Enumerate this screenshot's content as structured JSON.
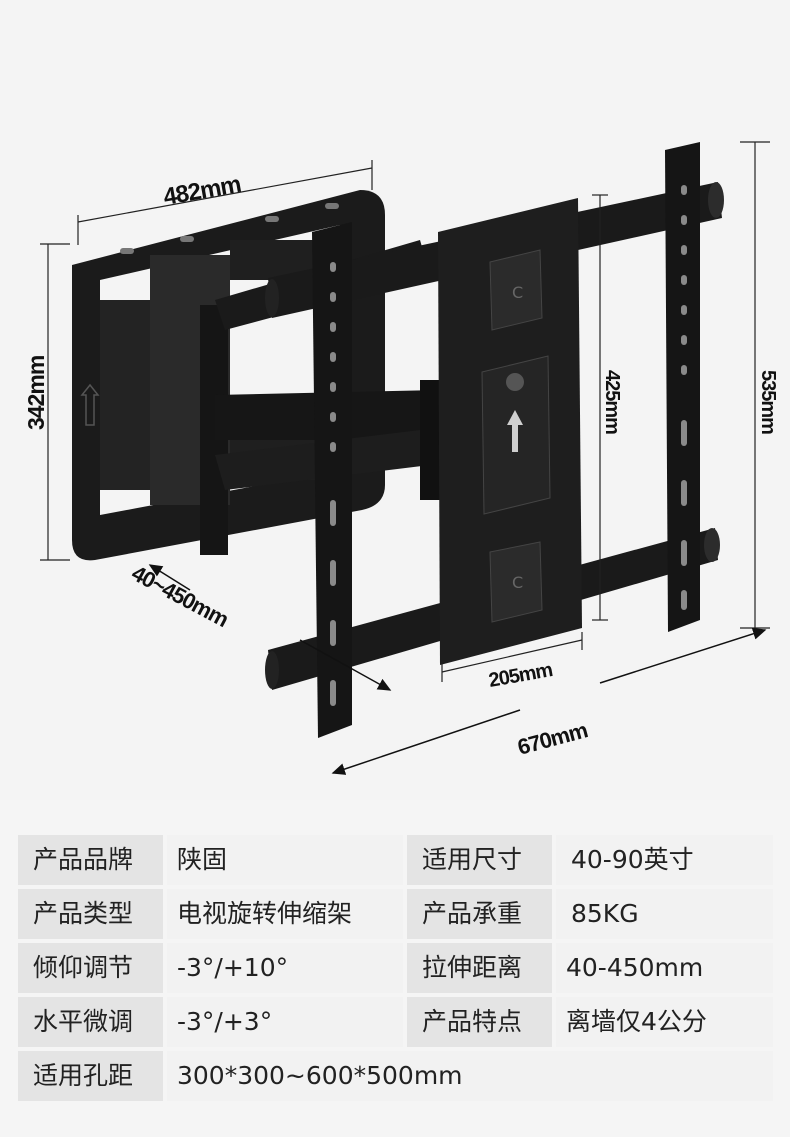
{
  "dimensions": {
    "width_top": "482mm",
    "height_left": "342mm",
    "extension": "40~450mm",
    "vesa_height": "425mm",
    "total_height": "535mm",
    "plate_width": "205mm",
    "total_width": "670mm"
  },
  "specs": [
    {
      "label": "产品品牌",
      "value": "陕固",
      "label2": "适用尺寸",
      "value2": "40-90英寸"
    },
    {
      "label": "产品类型",
      "value": "电视旋转伸缩架",
      "label2": "产品承重",
      "value2": "85KG"
    },
    {
      "label": "倾仰调节",
      "value": "-3°/+10°",
      "label2": "拉伸距离",
      "value2": "40-450mm"
    },
    {
      "label": "水平微调",
      "value": "-3°/+3°",
      "label2": "产品特点",
      "value2": "离墙仅4公分"
    },
    {
      "label": "适用孔距",
      "value": "300*300~600*500mm"
    }
  ],
  "colors": {
    "metal": "#1c1c1c",
    "label_bg": "#e4e4e4",
    "value_bg": "#f2f2f2"
  }
}
